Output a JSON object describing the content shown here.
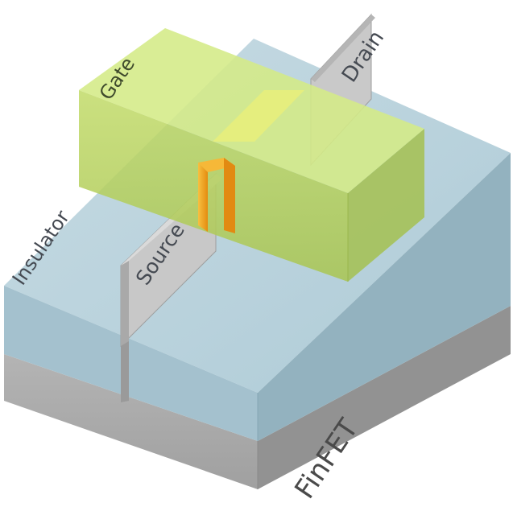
{
  "labels": {
    "gate": "Gate",
    "drain": "Drain",
    "source": "Source",
    "insulator": "Insulator",
    "caption": "FinFET"
  },
  "colors": {
    "substrate_top": "#c9c9c9",
    "substrate_front": "#a9a9a9",
    "substrate_side": "#8f8f8f",
    "insulator_top": "#bcd3dd",
    "insulator_front": "#a5c2cf",
    "insulator_side": "#94b3c0",
    "fin_face": "#c6c6c6",
    "fin_edge": "#9a9a9a",
    "gate_top": "#d7ea8c",
    "gate_front": "#b8d25e",
    "gate_side": "#a6c454",
    "channel": "#f2a818"
  }
}
